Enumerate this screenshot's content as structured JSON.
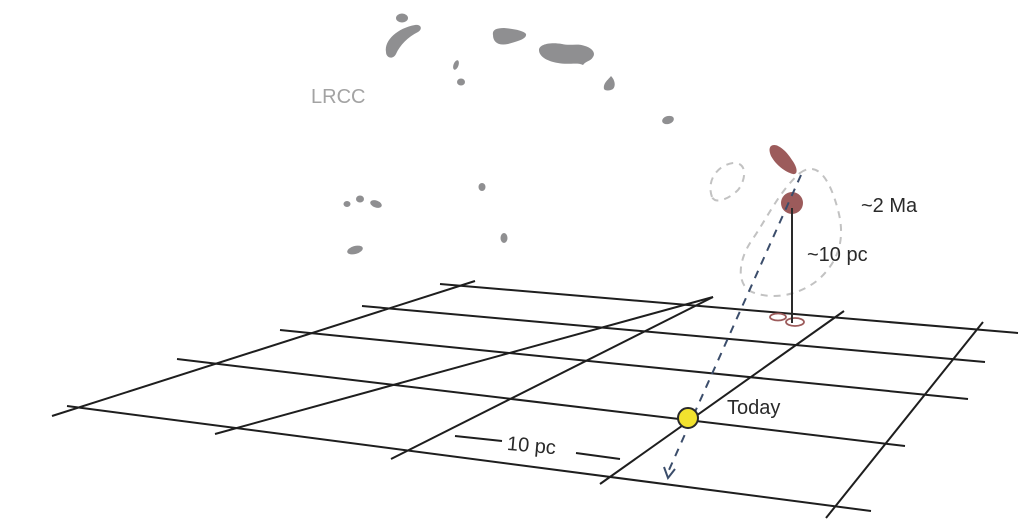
{
  "diagram": {
    "labels": {
      "cloud_complex": "LRCC",
      "time_ago": "~2 Ma",
      "height": "~10 pc",
      "present": "Today",
      "scale_bar": "10 pc"
    },
    "colors": {
      "background": "#ffffff",
      "grid_line": "#1e1e1e",
      "cloud_gray": "#8f8f91",
      "label_gray": "#a3a3a3",
      "sun_fill": "#f2e22e",
      "sun_stroke": "#2a2a2a",
      "trajectory": "#3b4d6b",
      "past_cloud": "#9c5b5b",
      "contour_dashed": "#c2c2c2",
      "text": "#2a2a2a"
    },
    "elements": [
      {
        "id": "grid",
        "type": "perspective-grid",
        "rows": 5,
        "columns": 5
      },
      {
        "id": "sun-today",
        "type": "marker",
        "label": "Today"
      },
      {
        "id": "trajectory",
        "type": "dashed-arrow"
      },
      {
        "id": "past-position",
        "type": "marker",
        "label": "~2 Ma"
      },
      {
        "id": "height-line",
        "type": "vertical-line",
        "label": "~10 pc"
      },
      {
        "id": "lrcc-clouds",
        "type": "cloud-group",
        "label": "LRCC"
      }
    ]
  }
}
